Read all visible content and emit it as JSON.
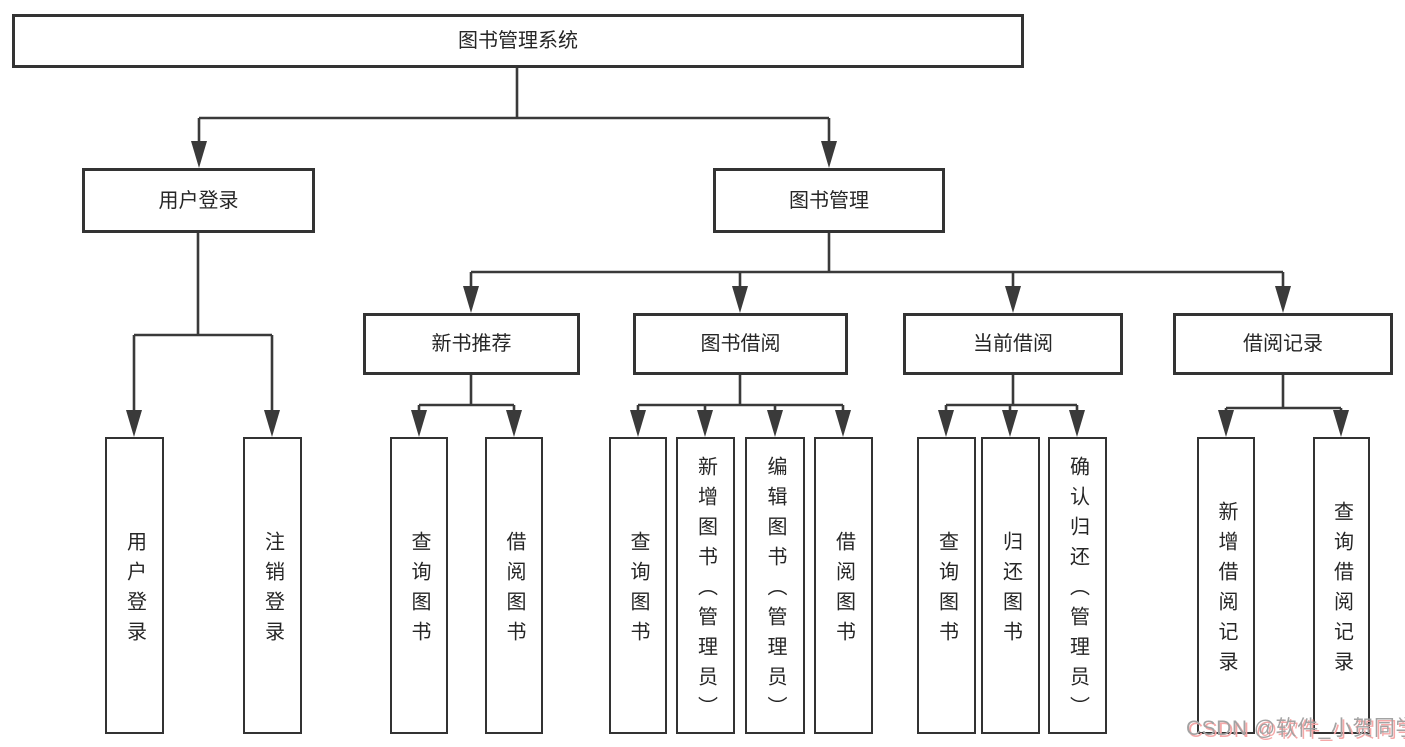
{
  "diagram": {
    "root_label": "图书管理系统",
    "level2": {
      "user_login": "用户登录",
      "book_management": "图书管理"
    },
    "level3": {
      "new_book_recommend": "新书推荐",
      "book_borrowing": "图书借阅",
      "current_borrowing": "当前借阅",
      "borrowing_records": "借阅记录"
    },
    "leaves": {
      "user_login": "用户登录",
      "logout": "注销登录",
      "nb_query_books": "查询图书",
      "nb_borrow_books": "借阅图书",
      "bb_query_books": "查询图书",
      "bb_add_books": "新增图书（管理员）",
      "bb_edit_books": "编辑图书（管理员）",
      "bb_borrow_books": "借阅图书",
      "cb_query_books": "查询图书",
      "cb_return_books": "归还图书",
      "cb_confirm_return": "确认归还（管理员）",
      "br_add_record": "新增借阅记录",
      "br_query_record": "查询借阅记录"
    }
  },
  "watermark": {
    "text": "CSDN @软件_小贺同学"
  },
  "colors": {
    "background": "#ffffff",
    "line": "#3a3a3a",
    "box_border": "#333333",
    "text": "#262626",
    "watermark_text": "#a3a3a3",
    "watermark_shadow": "#f5a8a8"
  }
}
